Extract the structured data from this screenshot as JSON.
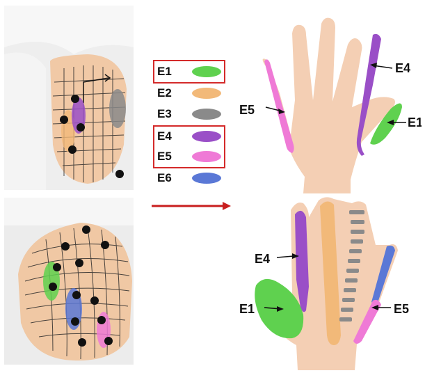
{
  "legend": {
    "items": [
      {
        "label": "E1",
        "color": "#5fd14f"
      },
      {
        "label": "E2",
        "color": "#f2b979"
      },
      {
        "label": "E3",
        "color": "#8a8a8a"
      },
      {
        "label": "E4",
        "color": "#9a4fc7"
      },
      {
        "label": "E5",
        "color": "#ef7ad6"
      },
      {
        "label": "E6",
        "color": "#5a78d6"
      }
    ],
    "highlight_color": "#d42a2a"
  },
  "arrow_color": "#c81e1e",
  "top_hand": {
    "labels": {
      "e4": "E4",
      "e5": "E5",
      "e1": "E1"
    }
  },
  "bottom_hand": {
    "labels": {
      "e4": "E4",
      "e1": "E1",
      "e5": "E5"
    }
  }
}
